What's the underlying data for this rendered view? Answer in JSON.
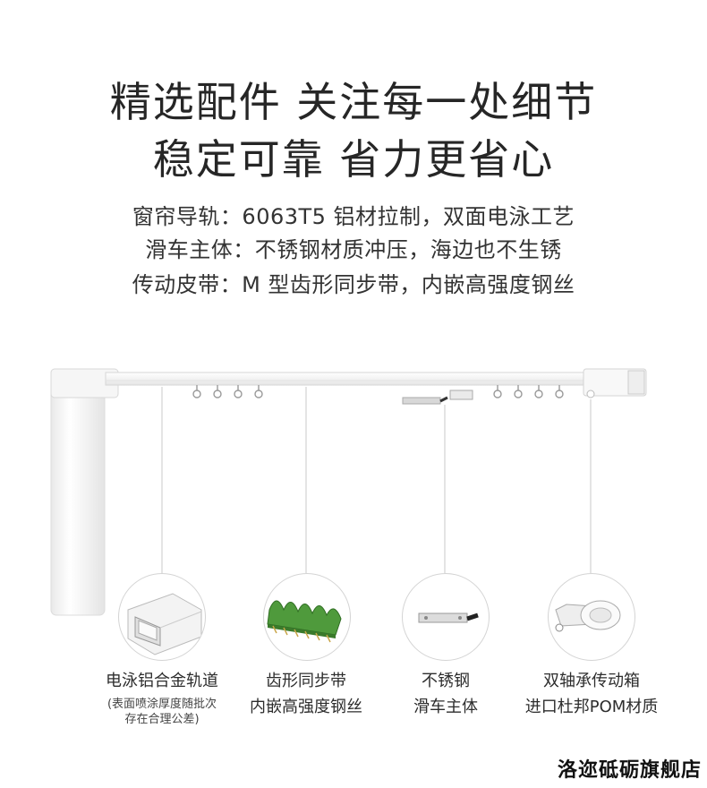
{
  "headline": {
    "line1": "精选配件  关注每一处细节",
    "line2": "稳定可靠  省力更省心"
  },
  "specs": [
    "窗帘导轨：6063T5 铝材拉制，双面电泳工艺",
    "滑车主体：不锈钢材质冲压，海边也不生锈",
    "传动皮带：M 型齿形同步带，内嵌高强度钢丝"
  ],
  "components": [
    {
      "label": "电泳铝合金轨道",
      "note": "(表面喷涂厚度随批次\n存在合理公差)",
      "icon": "aluminum-profile-icon"
    },
    {
      "label": "齿形同步带",
      "label2": "内嵌高强度钢丝",
      "icon": "timing-belt-icon"
    },
    {
      "label": "不锈钢",
      "label2": "滑车主体",
      "icon": "slider-icon"
    },
    {
      "label": "双轴承传动箱",
      "label2": "进口杜邦POM材质",
      "icon": "gearbox-icon"
    }
  ],
  "store_name": "洛迩砥砺旗舰店",
  "colors": {
    "belt_green": "#4f9a3c",
    "track": "#f2f2f2",
    "text": "#2a2a2a"
  }
}
